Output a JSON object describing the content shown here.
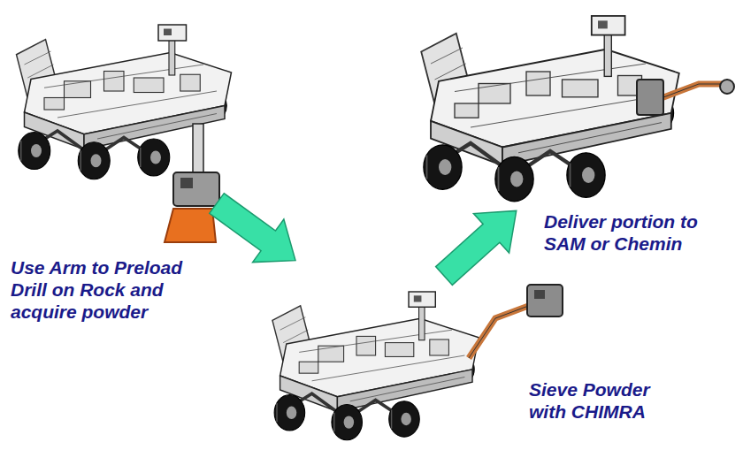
{
  "diagram": {
    "labels": [
      "Use Arm to Preload Drill on Rock and acquire powder",
      "Deliver portion to SAM or Chemin",
      "Sieve Powder with CHIMRA"
    ]
  }
}
